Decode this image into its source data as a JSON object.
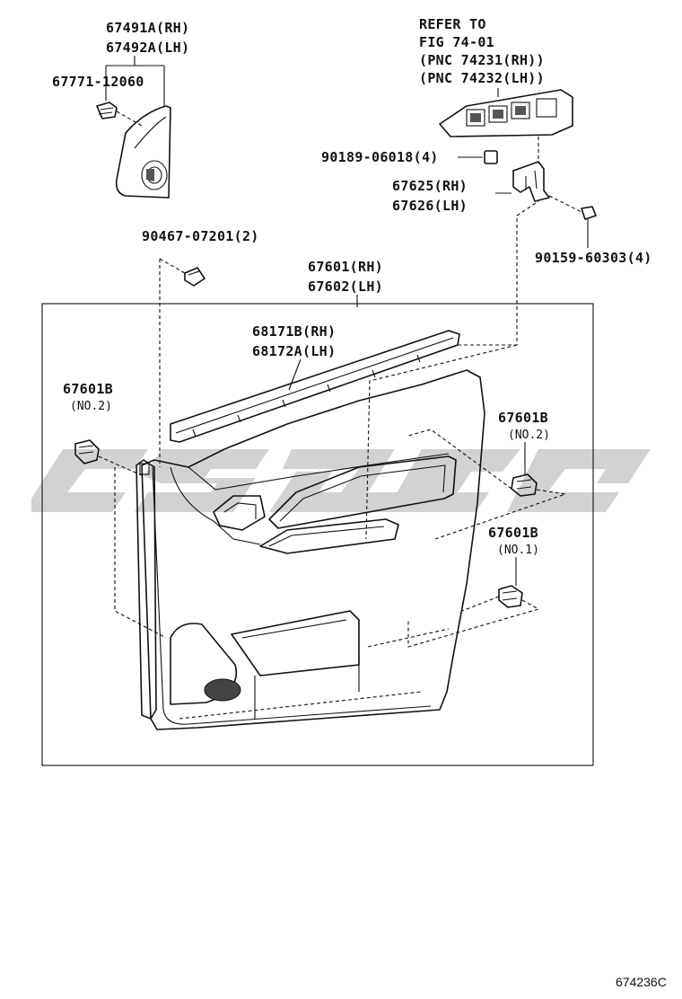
{
  "labels": {
    "trim_upper_rh": "67491A(RH)",
    "trim_upper_lh": "67492A(LH)",
    "clip_top": "67771-12060",
    "refer_line1": "REFER TO",
    "refer_line2": "FIG 74-01",
    "refer_line3": "(PNC 74231(RH))",
    "refer_line4": "(PNC 74232(LH))",
    "nut": "90189-06018(4)",
    "bracket_rh": "67625(RH)",
    "bracket_lh": "67626(LH)",
    "screw_left": "90467-07201(2)",
    "screw_right": "90159-60303(4)",
    "panel_rh": "67601(RH)",
    "panel_lh": "67602(LH)",
    "weatherstrip_rh": "68171B(RH)",
    "weatherstrip_lh": "68172A(LH)",
    "clip_left_code": "67601B",
    "clip_left_no": "(NO.2)",
    "clip_right_upper_code": "67601B",
    "clip_right_upper_no": "(NO.2)",
    "clip_right_lower_code": "67601B",
    "clip_right_lower_no": "(NO.1)",
    "figure_ref": "674236C"
  },
  "colors": {
    "line": "#111111",
    "watermark": "#d2d2d2",
    "background": "#ffffff"
  }
}
